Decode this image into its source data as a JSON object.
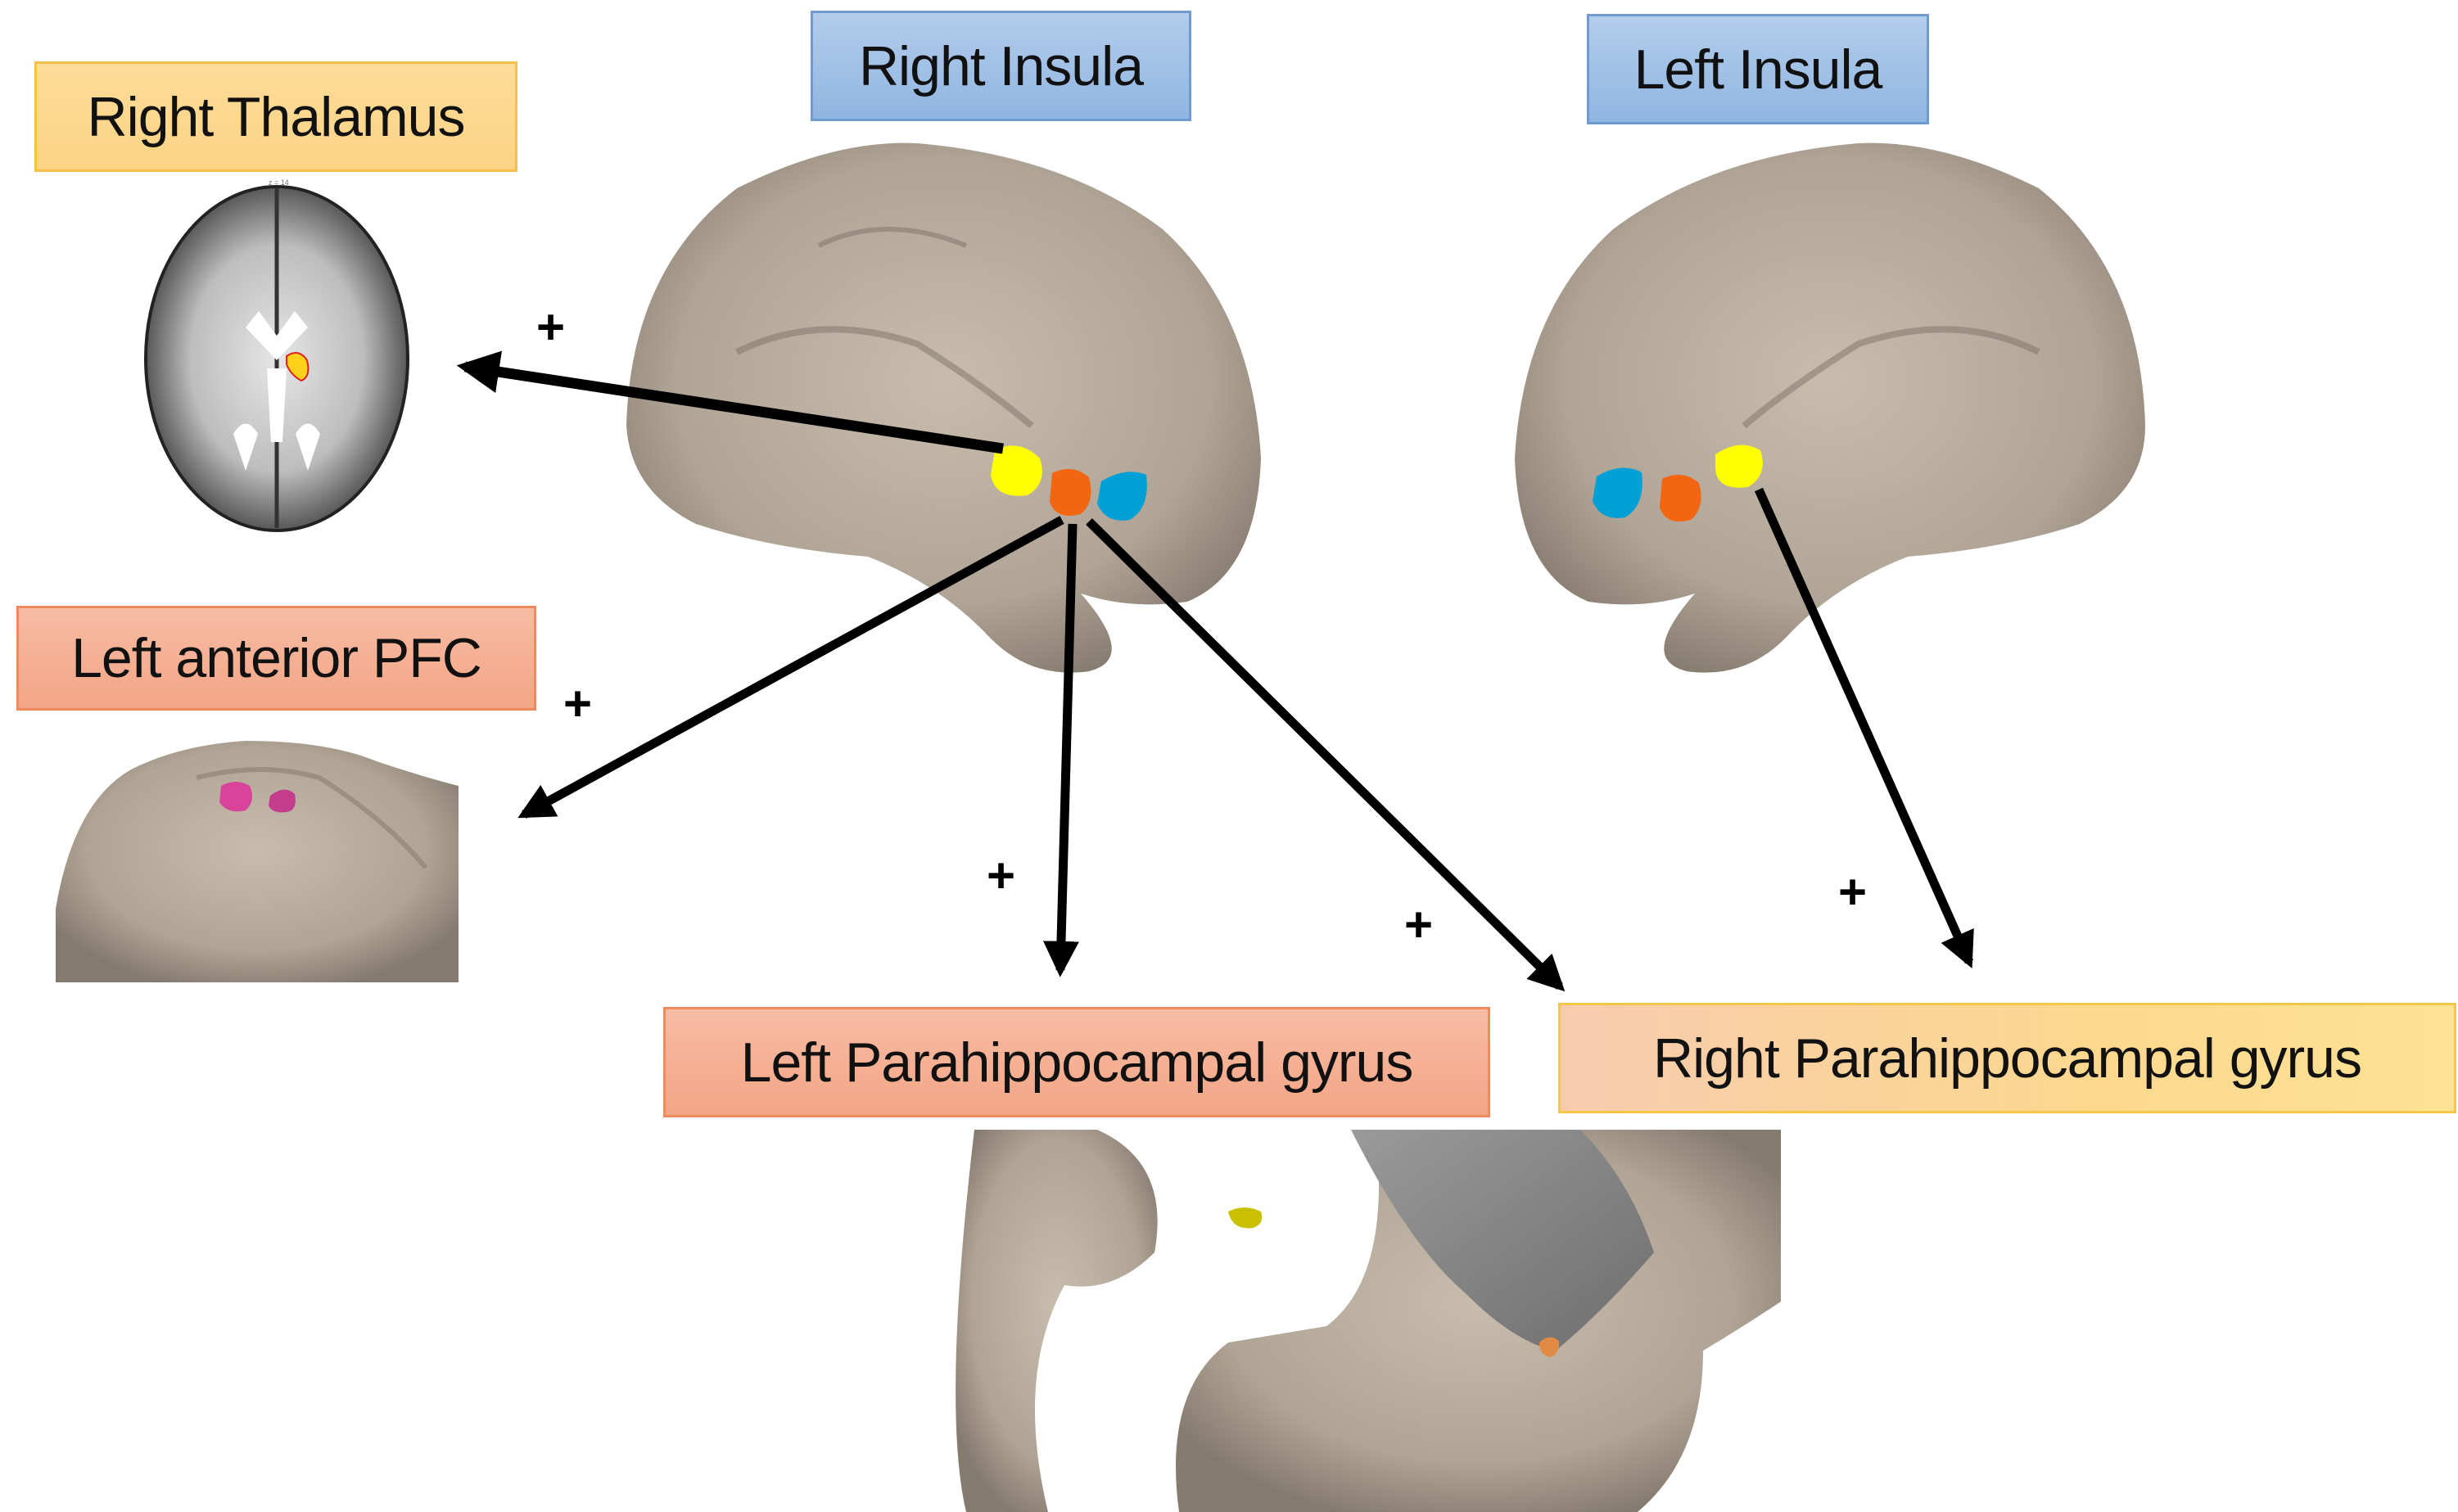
{
  "figure": {
    "type": "brain-connectivity-diagram",
    "seed_regions": [
      {
        "id": "right-insula",
        "label": "Right Insula"
      },
      {
        "id": "left-insula",
        "label": "Left Insula"
      }
    ],
    "target_regions": [
      {
        "id": "right-thalamus",
        "label": "Right Thalamus"
      },
      {
        "id": "left-anterior-pfc",
        "label": "Left anterior PFC"
      },
      {
        "id": "left-parahippocampal",
        "label": "Left Parahippocampal gyrus"
      },
      {
        "id": "right-parahippocampal",
        "label": "Right Parahippocampal gyrus"
      }
    ],
    "connections": [
      {
        "from": "Right Insula (yellow / dorsal anterior)",
        "to": "Right Thalamus",
        "sign": "+"
      },
      {
        "from": "Right Insula (orange / ventral anterior)",
        "to": "Left anterior PFC",
        "sign": "+"
      },
      {
        "from": "Right Insula (orange / ventral anterior)",
        "to": "Left Parahippocampal gyrus",
        "sign": "+"
      },
      {
        "from": "Right Insula (orange / ventral anterior)",
        "to": "Right Parahippocampal gyrus",
        "sign": "+"
      },
      {
        "from": "Left Insula (yellow / dorsal anterior)",
        "to": "Right Parahippocampal gyrus",
        "sign": "+"
      }
    ],
    "slice_label": "z = 14",
    "insula_subregion_colors": {
      "yellow": "#ffff00",
      "orange": "#f26611",
      "blue": "#00a0d6"
    },
    "cluster_colors": {
      "thalamus": "#ffd21a",
      "pfc": "#d9449a",
      "parahippocampal_left": "#c9c100",
      "parahippocampal_right": "#e08a45"
    },
    "plus_sign": "+"
  }
}
